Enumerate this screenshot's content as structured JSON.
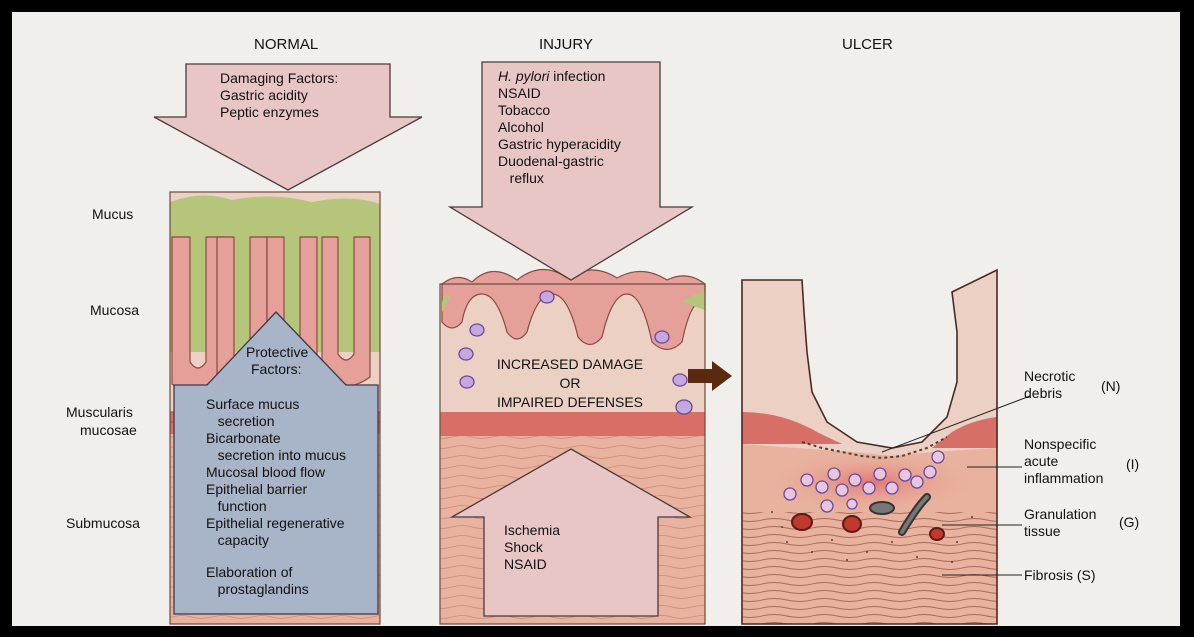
{
  "headers": {
    "normal": "NORMAL",
    "injury": "INJURY",
    "ulcer": "ULCER"
  },
  "layers": {
    "mucus": "Mucus",
    "mucosa": "Mucosa",
    "muscularis_1": "Muscularis",
    "muscularis_2": "mucosae",
    "submucosa": "Submucosa"
  },
  "normal": {
    "damaging": [
      "Damaging Factors:",
      "Gastric acidity",
      "Peptic enzymes"
    ],
    "protective_title": [
      "Protective",
      "Factors:"
    ],
    "protective": [
      "Surface mucus",
      "   secretion",
      "Bicarbonate",
      "   secretion into mucus",
      "Mucosal blood flow",
      "Epithelial barrier",
      "   function",
      "Epithelial regenerative",
      "   capacity",
      "Elaboration of",
      "   prostaglandins"
    ]
  },
  "injury": {
    "hpylori": "H. pylori",
    "infection": " infection",
    "factors": [
      "NSAID",
      "Tobacco",
      "Alcohol",
      "Gastric hyperacidity",
      "Duodenal-gastric",
      "   reflux"
    ],
    "center": [
      "INCREASED DAMAGE",
      "OR",
      "IMPAIRED DEFENSES"
    ],
    "bottom": [
      "Ischemia",
      "Shock",
      "NSAID"
    ]
  },
  "ulcer": {
    "necrotic": [
      "Necrotic",
      "debris"
    ],
    "necrotic_code": "(N)",
    "inflammation": [
      "Nonspecific",
      "acute",
      "inflammation"
    ],
    "inflammation_code": "(I)",
    "granulation": [
      "Granulation",
      "tissue"
    ],
    "granulation_code": "(G)",
    "fibrosis": "Fibrosis (S)"
  },
  "colors": {
    "background": "#f0efec",
    "mucus": "#b5c67b",
    "epithelium": "#e5a09a",
    "mucosa": "#ecd0c4",
    "muscularis": "#d86f66",
    "submucosa": "#e9b29e",
    "damage_arrow": "#e9c6c6",
    "protective_arrow": "#a8b4c8",
    "inflammatory_cell": "#8f6ab8",
    "progression_arrow": "#5a2a10"
  }
}
